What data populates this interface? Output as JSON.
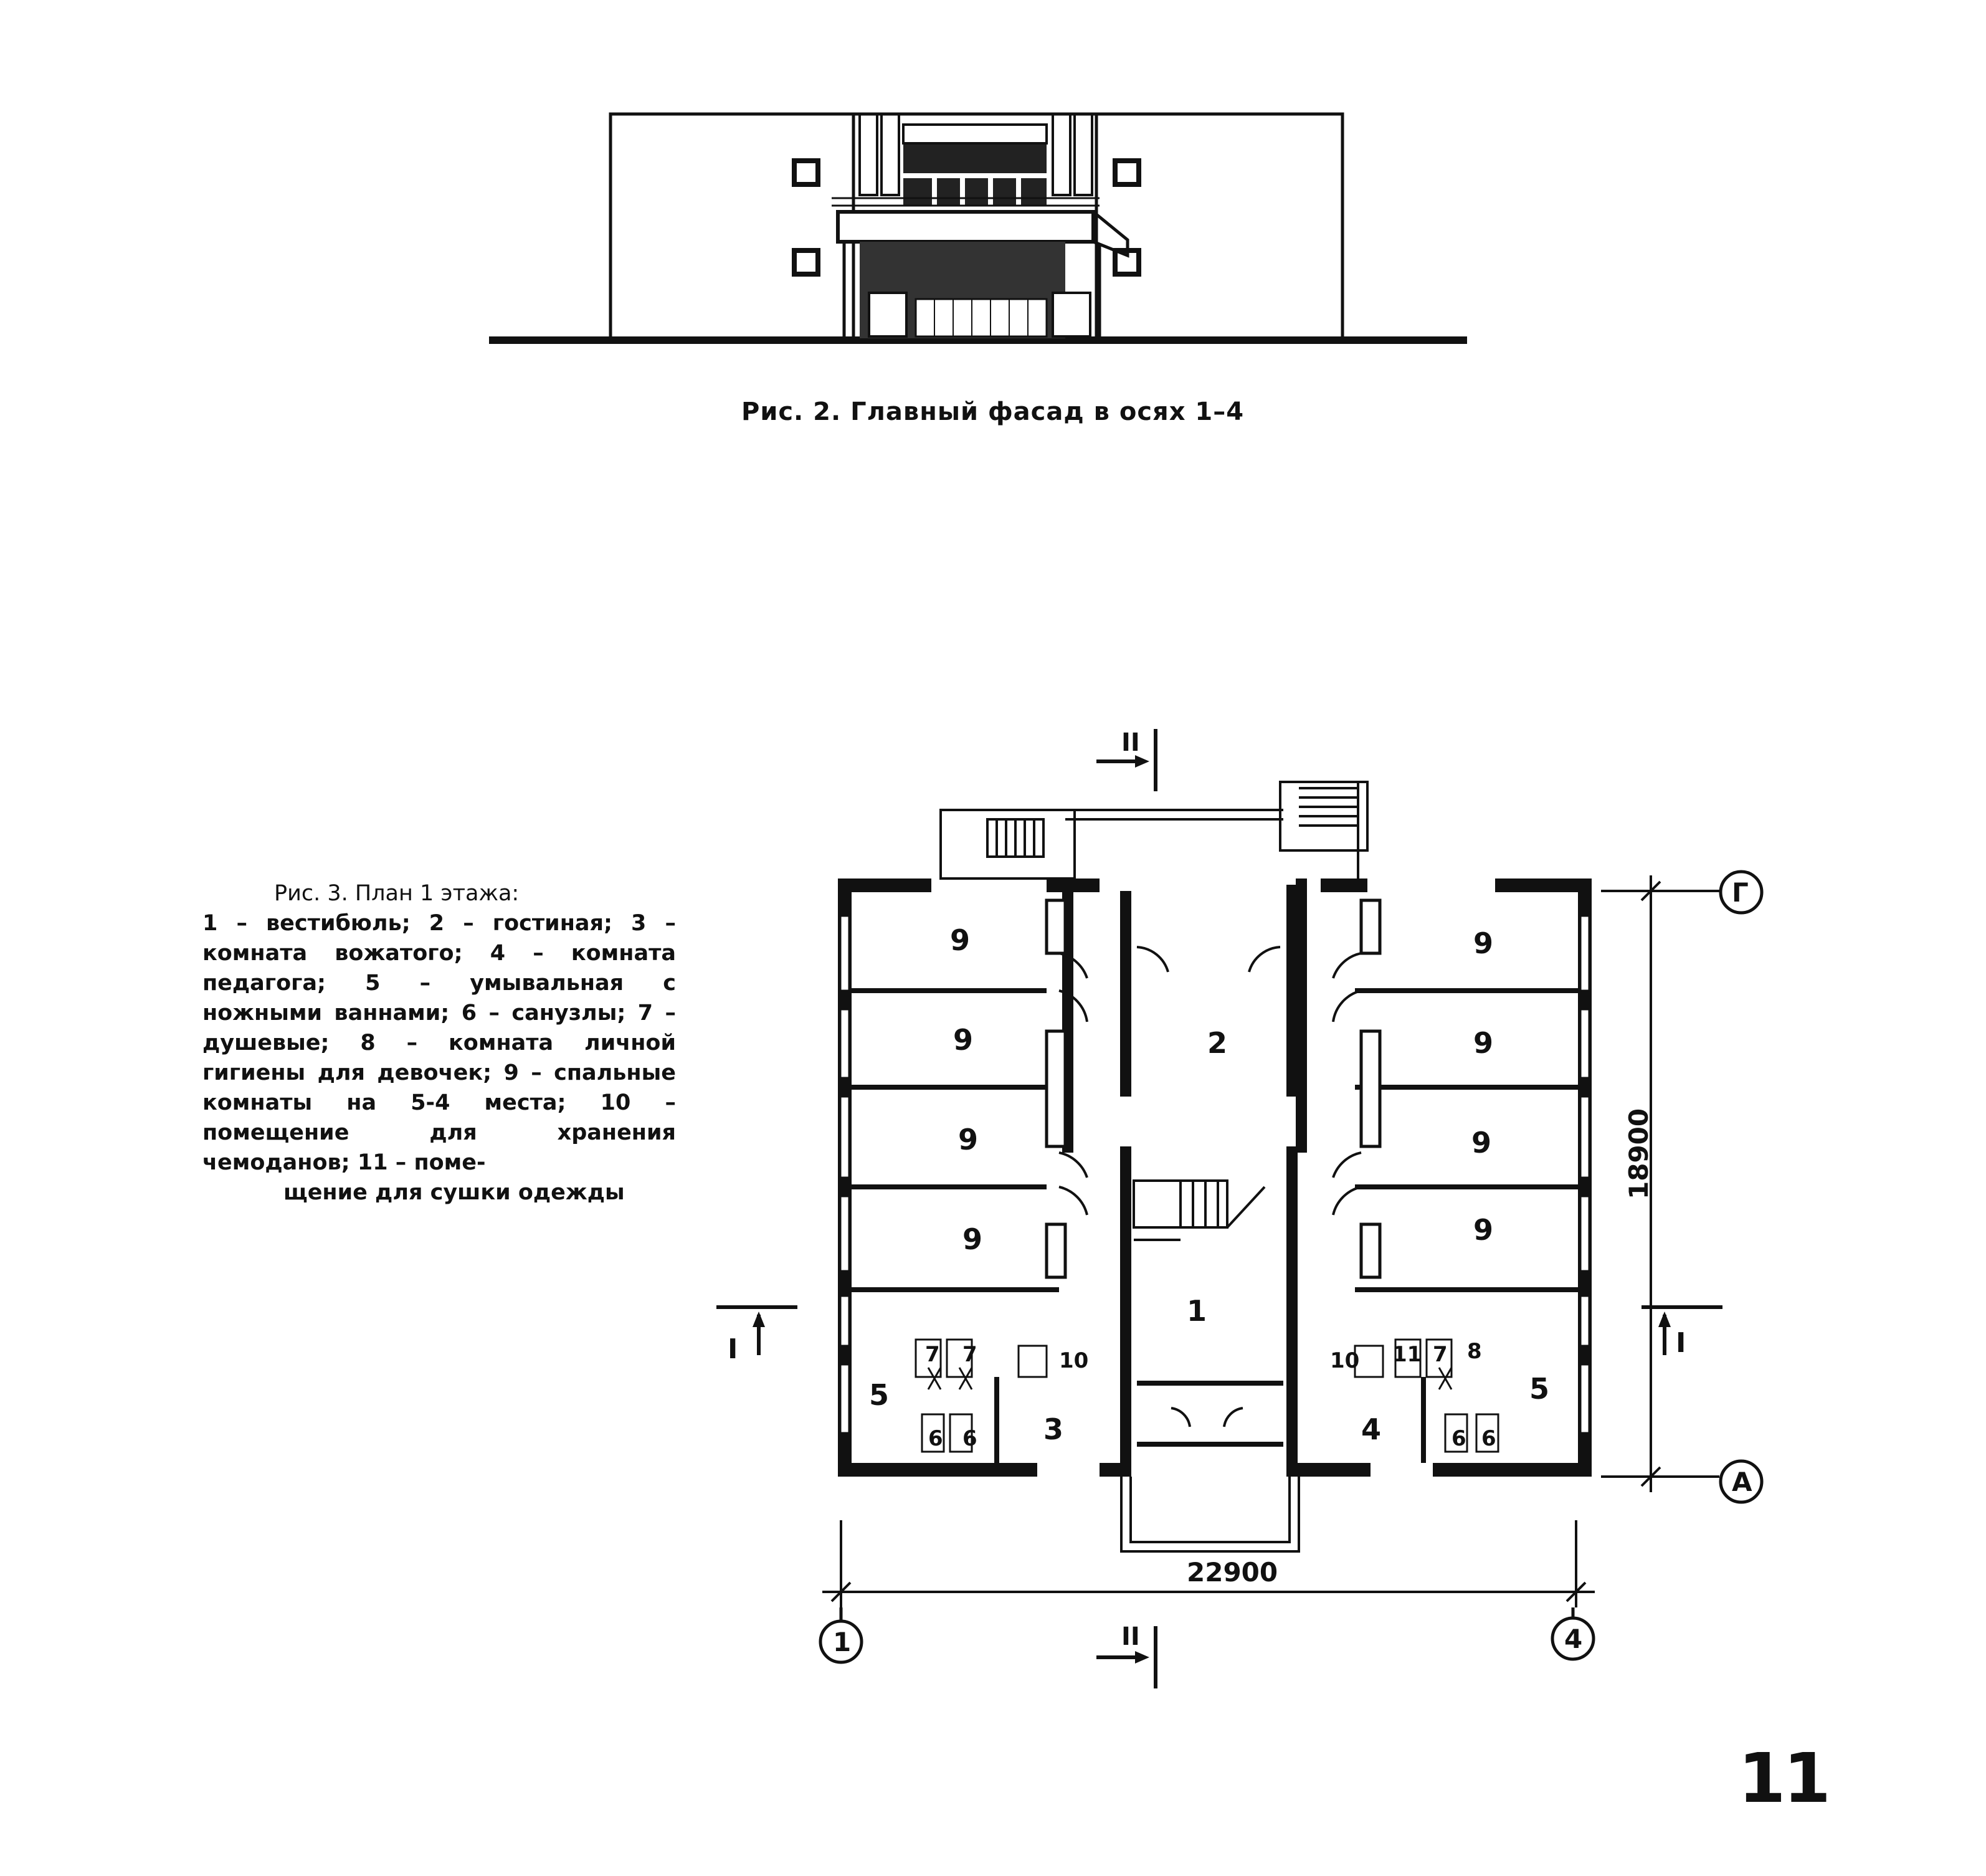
{
  "figure2": {
    "caption": "Рис. 2. Главный фасад в осях 1–4"
  },
  "figure3": {
    "legend_title": "Рис. 3. План 1 этажа:",
    "legend_body": "1 – вестибюль; 2 – гостиная; 3 – комната вожатого; 4 – комната педагога; 5 – умывальная с ножными ваннами; 6 – санузлы; 7 – душевые; 8 – комната личной гигиены для девочек; 9 – спальные комнаты на 5-4 места; 10 – помещение для хранения чемоданов; 11 – поме-",
    "legend_tail": "щение для сушки одежды",
    "rooms": {
      "r1": "1",
      "r2": "2",
      "r3": "3",
      "r4": "4",
      "r5": "5",
      "r6": "6",
      "r7": "7",
      "r8": "8",
      "r9": "9",
      "r10": "10",
      "r11": "11"
    },
    "dimensions": {
      "width": "22900",
      "depth": "18900"
    },
    "axes": {
      "a1": "1",
      "a4": "4",
      "aA": "А",
      "aG": "Г"
    },
    "section_marks": {
      "section_1": "I",
      "section_2": "II"
    }
  },
  "page_number": "11"
}
